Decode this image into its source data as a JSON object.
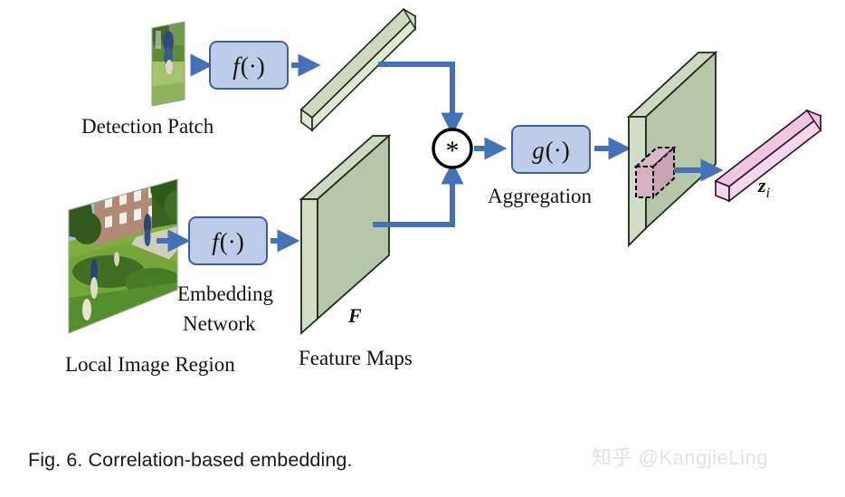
{
  "figure": {
    "caption": "Fig. 6. Correlation-based embedding.",
    "watermark": "知乎 @KangjieLing",
    "background_color": "#ffffff"
  },
  "labels": {
    "detection_patch": "Detection Patch",
    "local_image_region": "Local Image Region",
    "embedding_network_line1": "Embedding",
    "embedding_network_line2": "Network",
    "feature_maps": "Feature Maps",
    "feature_maps_symbol": "F",
    "aggregation": "Aggregation",
    "output_symbol": "z",
    "output_subscript": "i"
  },
  "blocks": [
    {
      "id": "embedding-fn-top",
      "label": "f",
      "label_suffix": "(·)",
      "fill": "#bdcde8",
      "stroke": "#3a5fa8"
    },
    {
      "id": "embedding-fn-bottom",
      "label": "f",
      "label_suffix": "(·)",
      "fill": "#bdcde8",
      "stroke": "#3a5fa8"
    },
    {
      "id": "aggregation-fn",
      "label": "g",
      "label_suffix": "(·)",
      "fill": "#bdcde8",
      "stroke": "#3a5fa8"
    }
  ],
  "operator": {
    "id": "correlation-operator",
    "symbol": "*",
    "stroke": "#000000",
    "fill": "#ffffff"
  },
  "tensors": {
    "detection_feature_vector": {
      "face_color": "#dfe7d5",
      "top_color": "#ccd9c0",
      "edge_color": "#1c2b17"
    },
    "feature_maps_slab": {
      "front_color": "#b6c6a8",
      "left_color": "#d2ddc8",
      "top_color": "#cdd9c2",
      "edge_color": "#1c2b17"
    },
    "aggregated_slab": {
      "front_color": "#b6c6a8",
      "left_color": "#d2ddc8",
      "top_color": "#cdd9c2",
      "edge_color": "#1c2b17"
    },
    "correlation_cube": {
      "fill": "#d8b7c6",
      "stroke": "#000000",
      "dashed": true
    },
    "output_vector": {
      "face_color": "#f5d7ec",
      "top_color": "#eec6e2",
      "edge_color": "#2a0a20"
    }
  },
  "photos": {
    "detection_patch_photo": {
      "sky": "#bcd7e8",
      "foliage": "#4f7a37",
      "grass": "#9cc06a",
      "path": "#d8d8c8",
      "person": "#2f4a7a"
    },
    "local_region_photo": {
      "sky": "#8fc4e4",
      "building": "#b08a74",
      "foliage": "#39621f",
      "grass": "#7fb03f",
      "path": "#cfcfbe",
      "person": "#2a4373"
    }
  },
  "arrows": {
    "color": "#4472b8",
    "items": [
      {
        "id": "arrow-patch-to-f",
        "from": "detection-patch-photo",
        "to": "embedding-fn-top"
      },
      {
        "id": "arrow-f-to-vector",
        "from": "embedding-fn-top",
        "to": "detection-feature-vector"
      },
      {
        "id": "arrow-vector-to-operator",
        "from": "detection-feature-vector",
        "to": "correlation-operator"
      },
      {
        "id": "arrow-region-to-f",
        "from": "local-region-photo",
        "to": "embedding-fn-bottom"
      },
      {
        "id": "arrow-f-to-featuremaps",
        "from": "embedding-fn-bottom",
        "to": "feature-maps-slab"
      },
      {
        "id": "arrow-featuremaps-to-operator",
        "from": "feature-maps-slab",
        "to": "correlation-operator"
      },
      {
        "id": "arrow-operator-to-g",
        "from": "correlation-operator",
        "to": "aggregation-fn"
      },
      {
        "id": "arrow-g-to-slab",
        "from": "aggregation-fn",
        "to": "aggregated-slab"
      },
      {
        "id": "arrow-slab-to-output",
        "from": "aggregated-slab",
        "to": "output-vector"
      }
    ]
  }
}
